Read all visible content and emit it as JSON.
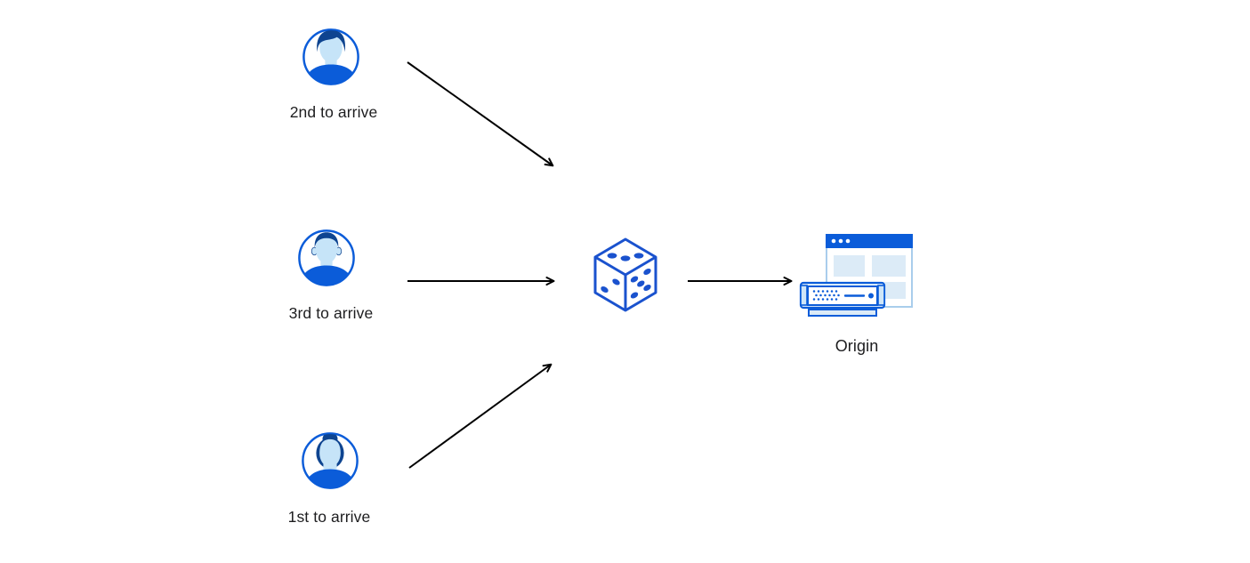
{
  "diagram": {
    "title": "load-balancing random steering diagram",
    "nodes": {
      "client_top": {
        "label": "2nd to arrive",
        "icon": "user-avatar-icon"
      },
      "client_middle": {
        "label": "3rd to arrive",
        "icon": "user-avatar-icon"
      },
      "client_bottom": {
        "label": "1st to arrive",
        "icon": "user-avatar-icon"
      },
      "randomizer": {
        "icon": "dice-icon"
      },
      "origin": {
        "label": "Origin",
        "icon": "origin-server-icon"
      }
    },
    "edges": [
      {
        "from": "client_top",
        "to": "randomizer"
      },
      {
        "from": "client_middle",
        "to": "randomizer"
      },
      {
        "from": "client_bottom",
        "to": "randomizer"
      },
      {
        "from": "randomizer",
        "to": "origin"
      }
    ]
  },
  "colors": {
    "background": "#ffffff",
    "primary_blue": "#0b5cd9",
    "dark_navy": "#0e4490",
    "face_light_blue": "#c6e4f8",
    "pale_blue": "#dcebf7",
    "server_pale": "#e8f4fb",
    "window_border": "#a9cdec",
    "dice_blue": "#1a52ce",
    "arrow": "#000000",
    "text": "#1d1d1f"
  }
}
